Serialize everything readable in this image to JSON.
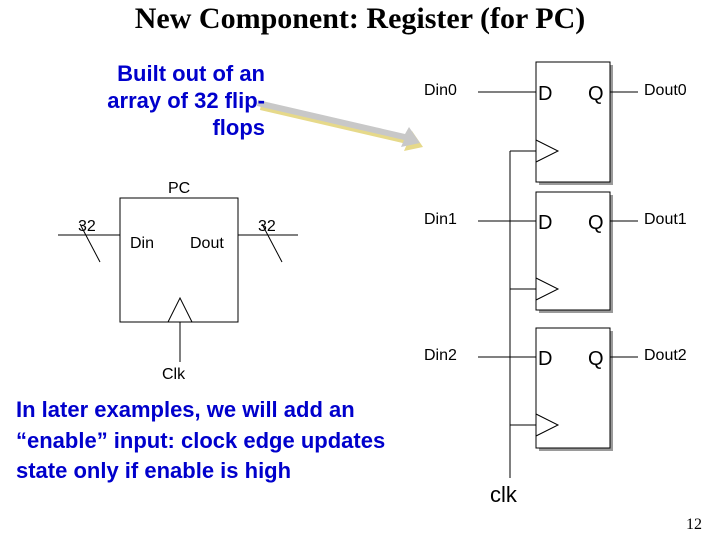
{
  "slide": {
    "title": "New Component: Register (for PC)",
    "callout": "Built out of an array of 32 flip-flops",
    "note": "In later examples, we will add an “enable” input: clock edge updates state only if enable is high",
    "page_number": "12"
  },
  "register": {
    "name": "PC",
    "input_label": "Din",
    "output_label": "Dout",
    "clock_label": "Clk",
    "input_width": "32",
    "output_width": "32"
  },
  "flipflops": [
    {
      "din": "Din0",
      "dout": "Dout0",
      "d": "D",
      "q": "Q"
    },
    {
      "din": "Din1",
      "dout": "Dout1",
      "d": "D",
      "q": "Q"
    },
    {
      "din": "Din2",
      "dout": "Dout2",
      "d": "D",
      "q": "Q"
    }
  ],
  "clock": "clk",
  "colors": {
    "callout": "#0000cc",
    "arrow": "#c8c8c8",
    "arrow_shadow": "#e6d98a"
  }
}
